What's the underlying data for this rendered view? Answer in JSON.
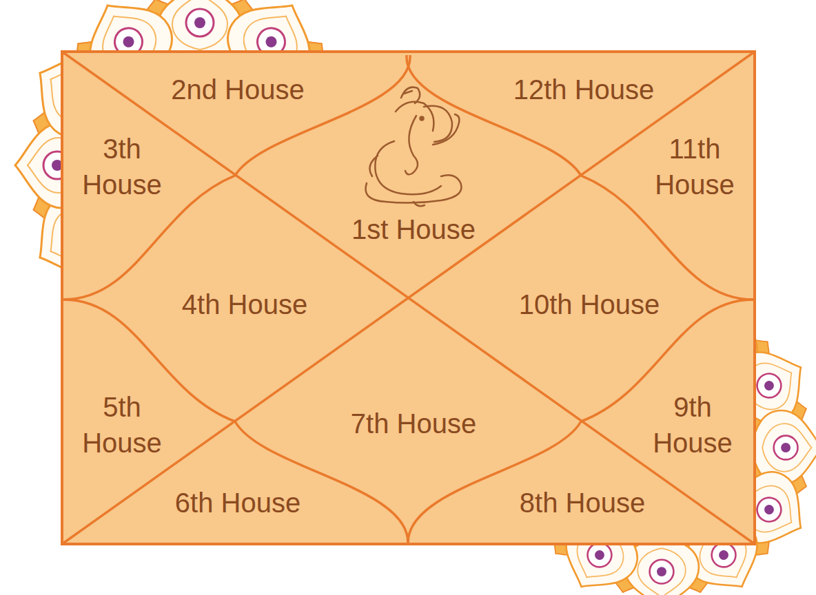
{
  "diagram": {
    "nodes": [
      {
        "text": [
          "2nd House"
        ]
      },
      {
        "text": [
          "12th House"
        ]
      },
      {
        "text": [
          "3th House"
        ]
      },
      {
        "text": [
          "11th House"
        ]
      },
      {
        "text": [
          "1st House"
        ]
      },
      {
        "text": [
          "4th House"
        ]
      },
      {
        "text": [
          "10th House"
        ]
      },
      {
        "text": [
          "5th House"
        ]
      },
      {
        "text": [
          "9th House"
        ]
      },
      {
        "text": [
          "7th House"
        ]
      },
      {
        "text": [
          "6th House"
        ]
      },
      {
        "text": [
          "8th House"
        ]
      }
    ]
  }
}
